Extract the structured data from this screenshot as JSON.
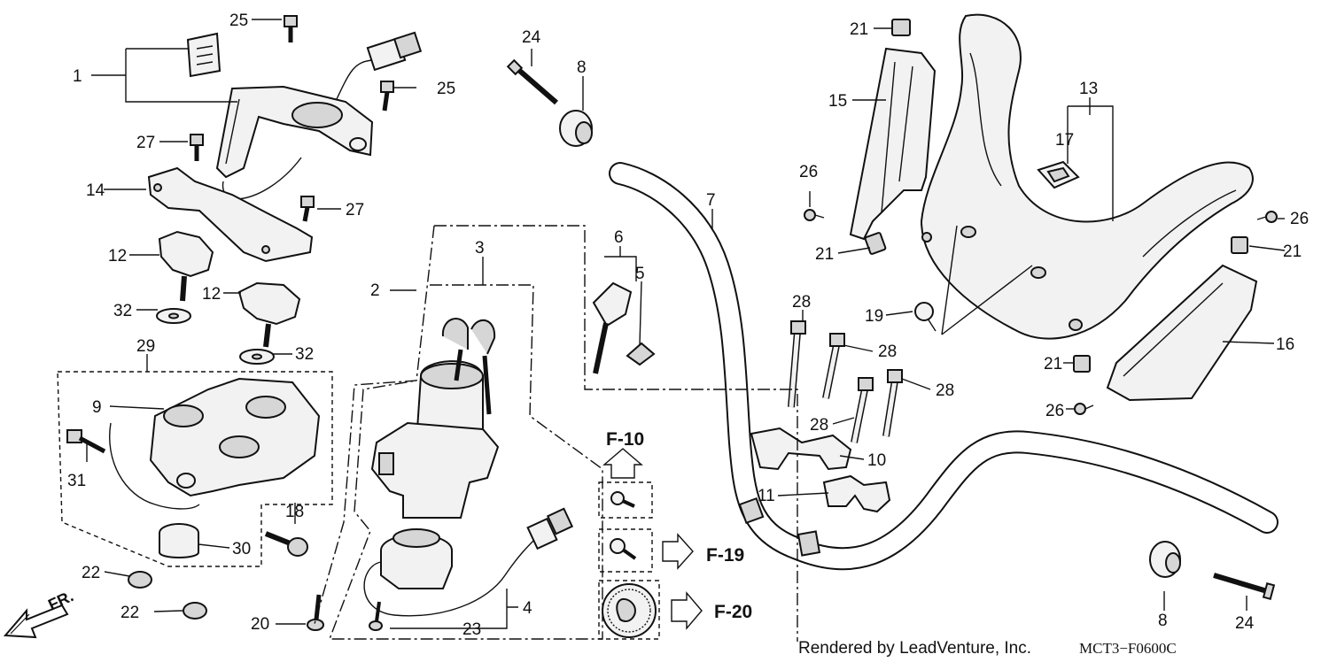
{
  "callouts": {
    "c1": "1",
    "c2": "2",
    "c3": "3",
    "c4": "4",
    "c5": "5",
    "c6": "6",
    "c7": "7",
    "c8_top": "8",
    "c8_bottom": "8",
    "c9": "9",
    "c10": "10",
    "c11": "11",
    "c12_a": "12",
    "c12_b": "12",
    "c13": "13",
    "c14": "14",
    "c15": "15",
    "c16": "16",
    "c17": "17",
    "c18": "18",
    "c19": "19",
    "c20": "20",
    "c21_a": "21",
    "c21_b": "21",
    "c21_c": "21",
    "c21_d": "21",
    "c22_a": "22",
    "c22_b": "22",
    "c23": "23",
    "c24_top": "24",
    "c24_bottom": "24",
    "c25_a": "25",
    "c25_b": "25",
    "c26_a": "26",
    "c26_b": "26",
    "c26_c": "26",
    "c27_a": "27",
    "c27_b": "27",
    "c28_a": "28",
    "c28_b": "28",
    "c28_c": "28",
    "c28_d": "28",
    "c29": "29",
    "c30": "30",
    "c31": "31",
    "c32_a": "32",
    "c32_b": "32"
  },
  "references": {
    "f10": "F-10",
    "f19": "F-19",
    "f20": "F-20"
  },
  "direction": {
    "front": "FR."
  },
  "footer": {
    "rendered_by": "Rendered by LeadVenture, Inc.",
    "diagram_code": "MCT3−F0600C"
  }
}
